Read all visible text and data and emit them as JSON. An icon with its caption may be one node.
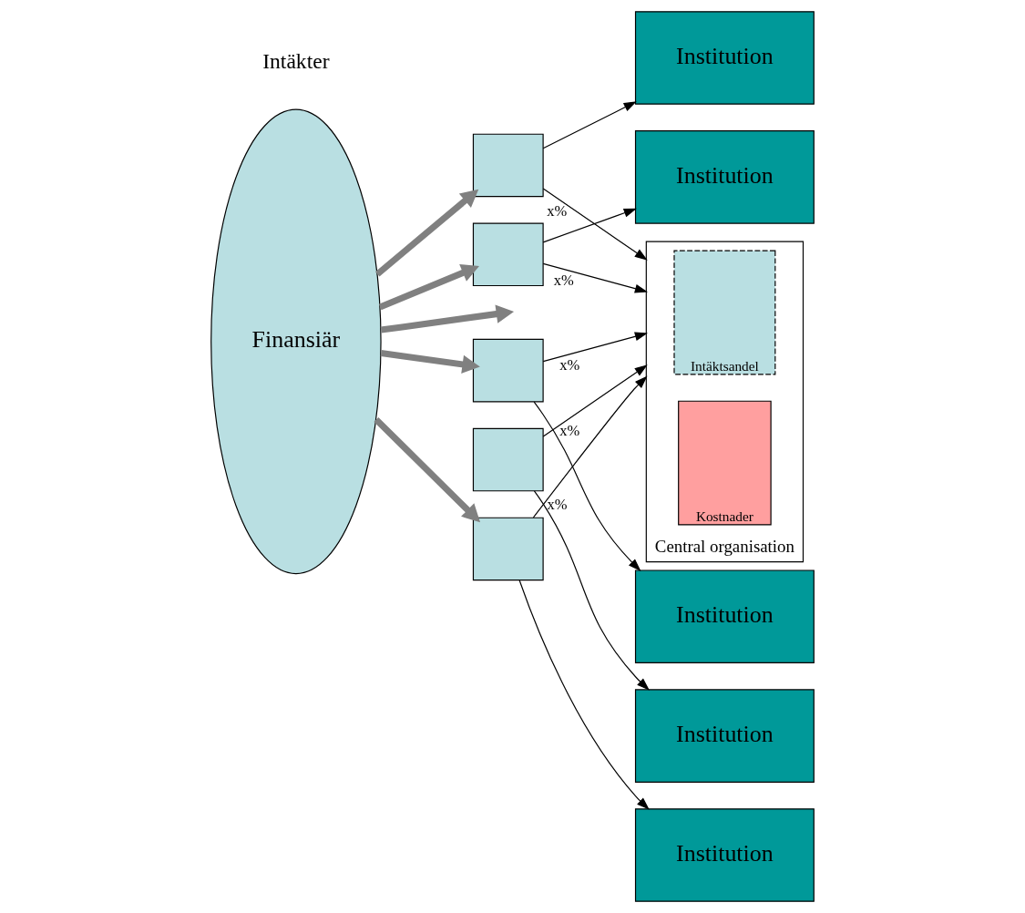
{
  "diagram": {
    "nodes": [
      {
        "text": [
          "Finansiär"
        ]
      },
      {
        "text": [],
        "shape": "box"
      },
      {
        "text": [],
        "shape": "box"
      },
      {
        "text": [],
        "shape": "box"
      },
      {
        "text": [],
        "shape": "box"
      },
      {
        "text": [],
        "shape": "box"
      },
      {
        "text": [
          "Institution"
        ]
      },
      {
        "text": [
          "Institution"
        ]
      },
      {
        "text": [
          "Institution"
        ]
      },
      {
        "text": [
          "Institution"
        ]
      },
      {
        "text": [
          "Institution"
        ]
      },
      {
        "text": [
          "Central organisation"
        ]
      },
      {
        "text": [
          "Intäktsandel"
        ],
        "in": 11
      },
      {
        "text": [
          "Kostnader"
        ],
        "in": 11
      }
    ],
    "edges": [
      {
        "from": 0,
        "to": 1,
        "arrow": "to",
        "style": "thick",
        "color": "#808080"
      },
      {
        "from": 0,
        "to": 2,
        "arrow": "to",
        "style": "thick",
        "color": "#808080"
      },
      {
        "from": 0,
        "to": 3,
        "arrow": "to",
        "style": "thick",
        "color": "#808080"
      },
      {
        "from": 0,
        "to": null,
        "arrow": "to",
        "style": "thick",
        "color": "#808080"
      },
      {
        "from": 0,
        "to": 5,
        "arrow": "to",
        "style": "thick",
        "color": "#808080"
      },
      {
        "from": 1,
        "to": 6,
        "arrow": "to"
      },
      {
        "from": 2,
        "to": 7,
        "arrow": "to"
      },
      {
        "from": 3,
        "to": 8,
        "arrow": "to"
      },
      {
        "from": 4,
        "to": 9,
        "arrow": "to"
      },
      {
        "from": 5,
        "to": 10,
        "arrow": "to"
      },
      {
        "from": 1,
        "to": 11,
        "arrow": "to",
        "label": "x%"
      },
      {
        "from": 2,
        "to": 11,
        "arrow": "to",
        "label": "x%"
      },
      {
        "from": 3,
        "to": 11,
        "arrow": "to",
        "label": "x%"
      },
      {
        "from": 4,
        "to": 11,
        "arrow": "to",
        "label": "x%"
      },
      {
        "from": 5,
        "to": 11,
        "arrow": "to",
        "label": "x%"
      }
    ],
    "labels": [
      "Intäkter"
    ]
  }
}
